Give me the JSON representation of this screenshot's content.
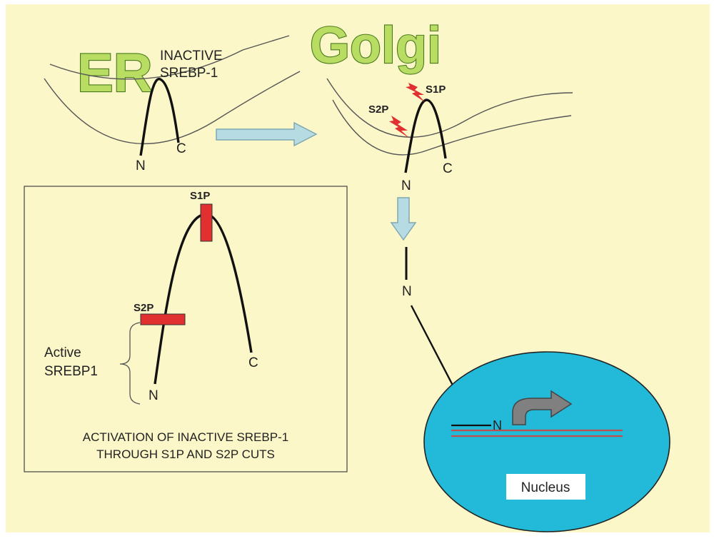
{
  "colors": {
    "background": "#fbf7c8",
    "panel": "#fbf7c8",
    "membrane": "#555555",
    "arrow_fill": "#b7dbe3",
    "arrow_stroke": "#7fa8b3",
    "nucleus": "#22bad8",
    "cut_marker": "#e03030",
    "dna_line": "#c0504d",
    "gene_arrow": "#808080",
    "label_green": "#b9dc63"
  },
  "compartments": {
    "er": "ER",
    "golgi": "Golgi",
    "nucleus": "Nucleus"
  },
  "er_panel": {
    "protein_label_line1": "INACTIVE",
    "protein_label_line2": "SREBP-1",
    "n_terminus": "N",
    "c_terminus": "C"
  },
  "golgi_panel": {
    "s1p": "S1P",
    "s2p": "S2P",
    "n_terminus": "N",
    "c_terminus": "C"
  },
  "released_fragment": {
    "n_terminus": "N"
  },
  "nucleus_panel": {
    "n_terminus": "N"
  },
  "inset": {
    "s1p": "S1P",
    "s2p": "S2P",
    "active_label_line1": "Active",
    "active_label_line2": "SREBP1",
    "n_terminus": "N",
    "c_terminus": "C",
    "caption_line1": "ACTIVATION OF INACTIVE SREBP-1",
    "caption_line2": "THROUGH S1P AND S2P CUTS"
  }
}
